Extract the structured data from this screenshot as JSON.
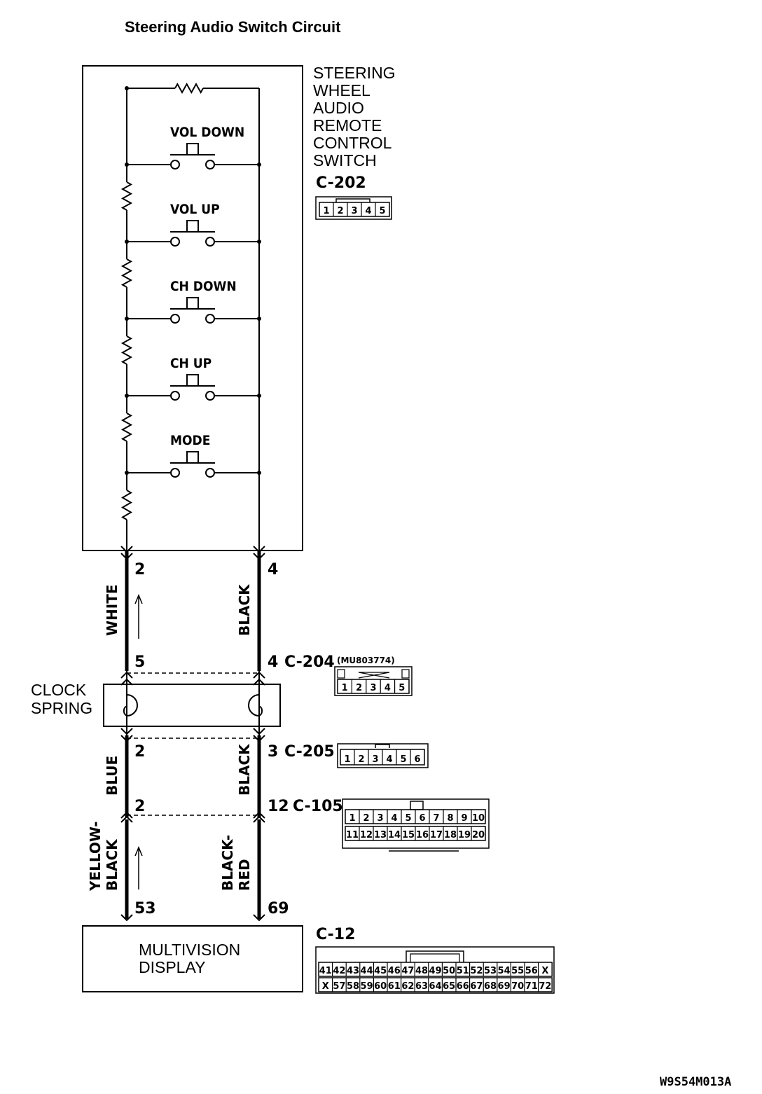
{
  "title": "Steering Audio Switch Circuit",
  "switch_unit": {
    "name_lines": [
      "STEERING",
      "WHEEL",
      "AUDIO",
      "REMOTE",
      "CONTROL",
      "SWITCH"
    ],
    "connector": "C-202",
    "pins": [
      "1",
      "2",
      "3",
      "4",
      "5"
    ],
    "switches": [
      "VOL DOWN",
      "VOL UP",
      "CH DOWN",
      "CH UP",
      "MODE"
    ]
  },
  "wires": {
    "upper": {
      "left_pin": "2",
      "right_pin": "4",
      "left_color": "WHITE",
      "right_color": "BLACK"
    },
    "middle": {
      "left_color": "BLUE",
      "right_color": "BLACK"
    },
    "lower": {
      "left_color_line1": "YELLOW-",
      "left_color_line2": "BLACK",
      "right_color_line1": "BLACK-",
      "right_color_line2": "RED"
    }
  },
  "c204": {
    "left_pin": "5",
    "right_pin": "4",
    "label": "C-204",
    "part_number": "(MU803774)",
    "pins": [
      "1",
      "2",
      "3",
      "4",
      "5"
    ]
  },
  "clock_spring": {
    "line1": "CLOCK",
    "line2": "SPRING"
  },
  "c205": {
    "left_pin": "2",
    "right_pin": "3",
    "label": "C-205",
    "pins": [
      "1",
      "2",
      "3",
      "4",
      "5",
      "6"
    ]
  },
  "c105": {
    "left_pin": "2",
    "right_pin": "12",
    "label": "C-105",
    "row1": [
      "1",
      "2",
      "3",
      "4",
      "5",
      "6",
      "7",
      "8",
      "9",
      "10"
    ],
    "row2": [
      "11",
      "12",
      "13",
      "14",
      "15",
      "16",
      "17",
      "18",
      "19",
      "20"
    ]
  },
  "display": {
    "line1": "MULTIVISION",
    "line2": "DISPLAY",
    "left_pin": "53",
    "right_pin": "69"
  },
  "c12": {
    "label": "C-12",
    "row1": [
      "41",
      "42",
      "43",
      "44",
      "45",
      "46",
      "47",
      "48",
      "49",
      "50",
      "51",
      "52",
      "53",
      "54",
      "55",
      "56",
      "X"
    ],
    "row2": [
      "X",
      "57",
      "58",
      "59",
      "60",
      "61",
      "62",
      "63",
      "64",
      "65",
      "66",
      "67",
      "68",
      "69",
      "70",
      "71",
      "72"
    ]
  },
  "figure_code": "W9S54M013A"
}
